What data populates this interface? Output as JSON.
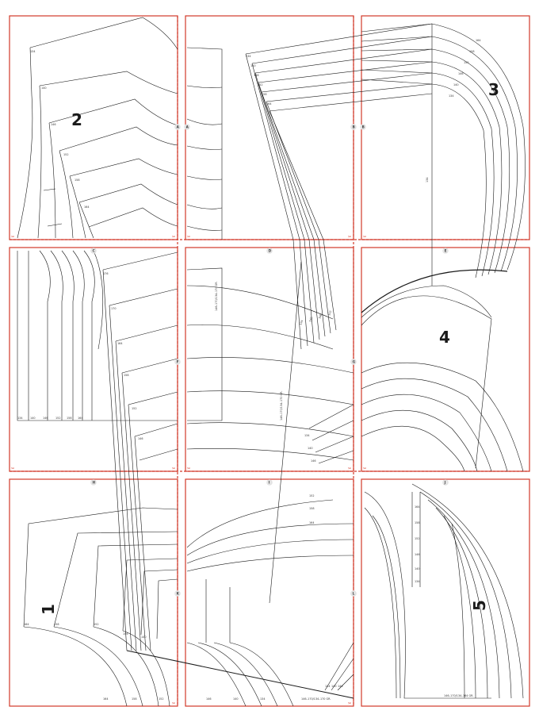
{
  "pages": [
    {
      "id": "A",
      "markers": [
        "A"
      ]
    },
    {
      "id": "B",
      "markers": [
        "A",
        "B"
      ]
    },
    {
      "id": "C",
      "markers": [
        "B"
      ]
    },
    {
      "id": "D",
      "markers": [
        "C",
        "F"
      ]
    },
    {
      "id": "E",
      "markers": [
        "D",
        "F",
        "G"
      ]
    },
    {
      "id": "F",
      "markers": [
        "E",
        "G"
      ]
    },
    {
      "id": "G",
      "markers": [
        "H",
        "K"
      ]
    },
    {
      "id": "H",
      "markers": [
        "I",
        "K",
        "L"
      ]
    },
    {
      "id": "I",
      "markers": [
        "J",
        "L"
      ]
    }
  ],
  "piece_numbers": {
    "p1": "1",
    "p2": "2",
    "p3": "3",
    "p4": "4",
    "p5": "5"
  },
  "edge_markers": {
    "m_a1": "A",
    "m_b1": "B",
    "m_c": "C",
    "m_d": "D",
    "m_e": "E",
    "m_f": "F",
    "m_g": "G",
    "m_h": "H",
    "m_i": "I",
    "m_j": "J",
    "m_k": "K",
    "m_l": "L"
  },
  "size_labels": {
    "left_top": [
      "134",
      "140",
      "146",
      "152",
      "158",
      "164"
    ],
    "left_mid": [
      "176",
      "170",
      "164",
      "158",
      "152",
      "146"
    ],
    "bottom_row": [
      "164",
      "158",
      "152",
      "146",
      "140",
      "134"
    ],
    "piece3": [
      "134",
      "140",
      "146",
      "152",
      "158",
      "164"
    ],
    "vertical_left": [
      "134",
      "140",
      "146",
      "152",
      "158",
      "164"
    ]
  },
  "grain_texts": {
    "g1": "146–170/134–170 GR.",
    "g2": "146–170/134–170 GR.",
    "g3": "146–170/134–164 GR."
  },
  "colors": {
    "page_border": "#d23a2a",
    "pattern_line": "#1a1a1a"
  }
}
